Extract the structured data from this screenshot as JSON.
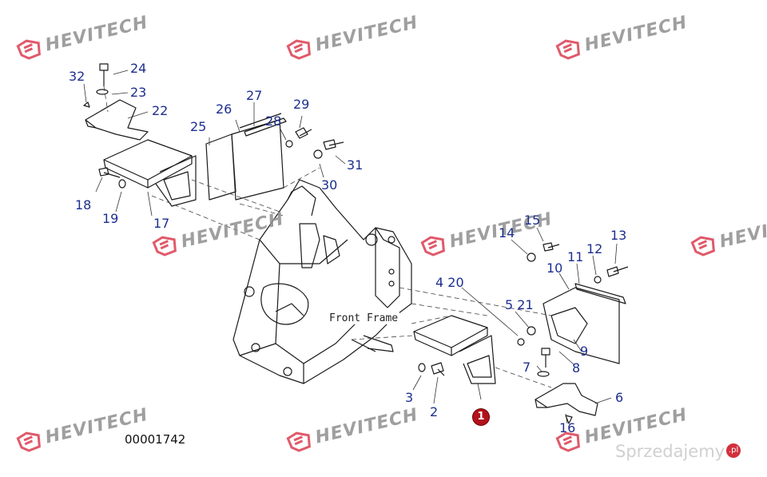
{
  "watermark": {
    "brand": "HEVITECH",
    "color": "#8f8f8f",
    "logo_color": "#e05a6a",
    "icon": "hevitech-logo-icon"
  },
  "diagram": {
    "document_number": "00001742",
    "front_frame_label": "Front Frame",
    "reference_badge": "1",
    "reference_badge_color": "#b3121b",
    "callout_color": "#1d2f8f",
    "callouts": {
      "c32": "32",
      "c24": "24",
      "c23": "23",
      "c22": "22",
      "c27": "27",
      "c26": "26",
      "c29": "29",
      "c28": "28",
      "c25": "25",
      "c31": "31",
      "c30": "30",
      "c18": "18",
      "c19": "19",
      "c17": "17",
      "c15": "15",
      "c14": "14",
      "c13": "13",
      "c12": "12",
      "c11": "11",
      "c10": "10",
      "c420": "4 20",
      "c521": "5 21",
      "c9": "9",
      "c7": "7",
      "c8": "8",
      "c3": "3",
      "c2": "2",
      "c6": "6",
      "c16": "16"
    }
  },
  "site_badge": {
    "text": "Sprzedajemy",
    "suffix": ".pl"
  }
}
